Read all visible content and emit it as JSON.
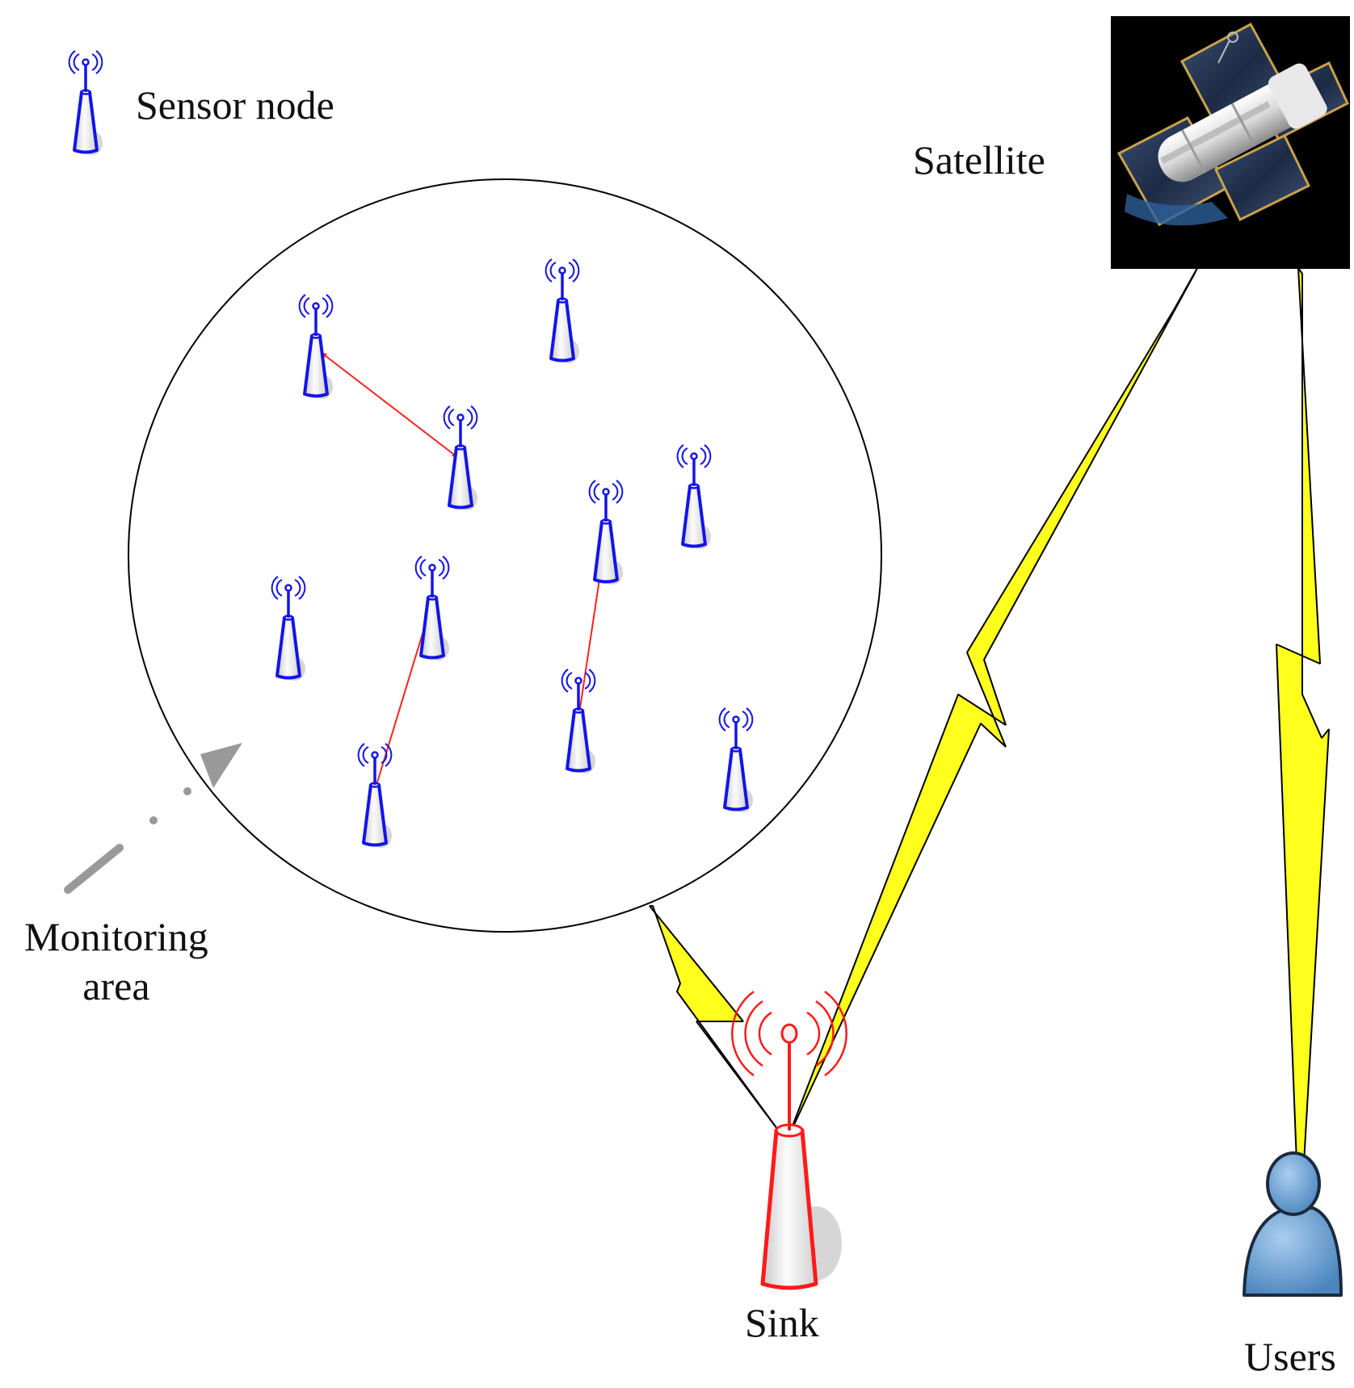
{
  "labels": {
    "legend": "Sensor node",
    "satellite": "Satellite",
    "monitoring_line1": "Monitoring",
    "monitoring_line2": "area",
    "sink": "Sink",
    "users": "Users"
  },
  "colors": {
    "sensor": "#1414e6",
    "sink": "#ff1a1a",
    "link_arrow": "#ff2020",
    "wireless_bolt": "#ffff1e",
    "satellite_frame": "#000000",
    "user": "#5b93c8",
    "pointer": "#999999"
  },
  "icons": {
    "sensor": "antenna-tower-icon",
    "sink": "sink-tower-icon",
    "satellite": "satellite-image",
    "user": "user-icon"
  }
}
